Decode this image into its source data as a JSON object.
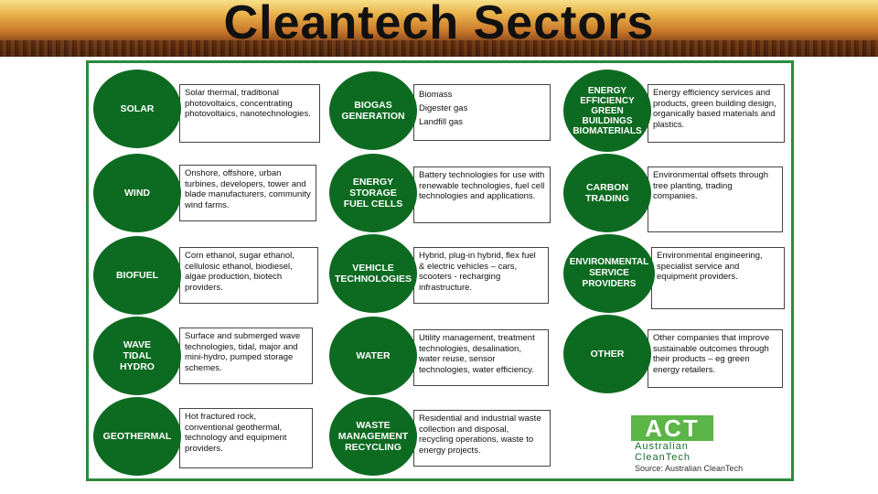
{
  "title": "Cleantech Sectors",
  "sectors": [
    {
      "name": "SOLAR",
      "desc": "Solar thermal, traditional photovoltaics, concentrating photovoltaics, nanotechnologies."
    },
    {
      "name": "WIND",
      "desc": "Onshore, offshore, urban turbines, developers, tower and blade manufacturers, community wind farms."
    },
    {
      "name": "BIOFUEL",
      "desc": "Corn ethanol, sugar ethanol, cellulosic ethanol, biodiesel, algae production, biotech providers."
    },
    {
      "name": "WAVE\nTIDAL\nHYDRO",
      "desc": "Surface and submerged wave technologies, tidal, major and mini-hydro, pumped storage schemes."
    },
    {
      "name": "GEOTHERMAL",
      "desc": "Hot fractured rock, conventional geothermal, technology and equipment providers."
    },
    {
      "name": "BIOGAS\nGENERATION",
      "desc": "Biomass\nDigester gas\nLandfill gas"
    },
    {
      "name": "ENERGY\nSTORAGE\nFUEL CELLS",
      "desc": "Battery technologies for use with renewable technologies, fuel cell technologies and applications."
    },
    {
      "name": "VEHICLE\nTECHNOLOGIES",
      "desc": "Hybrid, plug-in hybrid, flex fuel & electric vehicles – cars, scooters - recharging infrastructure."
    },
    {
      "name": "WATER",
      "desc": "Utility management, treatment technologies, desalination, water reuse, sensor technologies, water efficiency."
    },
    {
      "name": "WASTE\nMANAGEMENT\nRECYCLING",
      "desc": "Residential and industrial waste collection and disposal, recycling operations, waste to energy projects."
    },
    {
      "name": "ENERGY\nEFFICIENCY\nGREEN\nBUILDINGS\nBIOMATERIALS",
      "desc": "Energy efficiency services and products, green building design, organically based materials and plastics."
    },
    {
      "name": "CARBON\nTRADING",
      "desc": "Environmental offsets through tree planting, trading companies."
    },
    {
      "name": "ENVIRONMENTAL\nSERVICE\nPROVIDERS",
      "desc": "Environmental engineering, specialist service and equipment providers."
    },
    {
      "name": "OTHER",
      "desc": "Other companies that improve sustainable outcomes through their products – eg green energy retailers."
    }
  ],
  "logo": {
    "mark": "ACT",
    "line1": "Australian",
    "line2": "CleanTech"
  },
  "source": "Source: Australian CleanTech",
  "colors": {
    "circle": "#0d6b21",
    "frame": "#2c8a3c"
  }
}
